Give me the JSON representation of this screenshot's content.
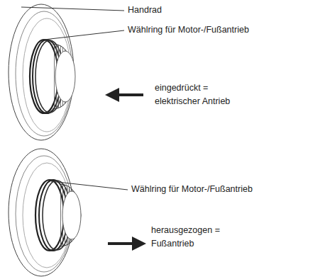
{
  "diagram": {
    "labels": [
      "Handrad",
      "Wählring für Motor-/Fußantrieb",
      "eingedrückt = elektrischer Antrieb",
      "Wählring für Motor-/Fußantrieb",
      "herausgezogen = Fußantrieb"
    ]
  }
}
